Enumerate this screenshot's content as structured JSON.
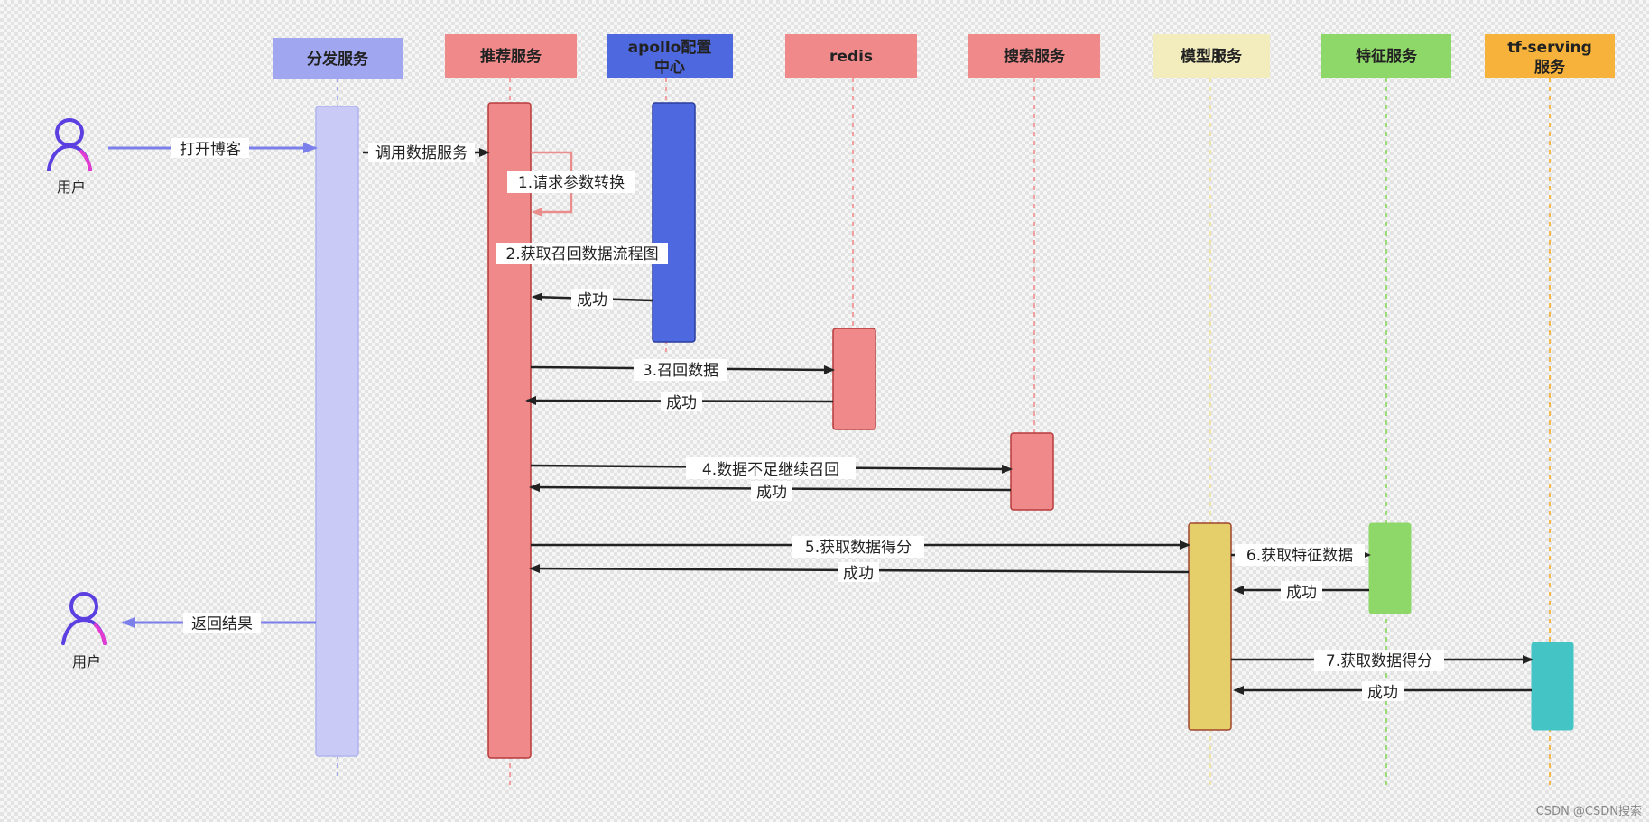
{
  "participants": [
    {
      "id": "dispatch",
      "label": "分发服务",
      "color": "#a0a6f0",
      "bar_color": "#c9cbf6"
    },
    {
      "id": "recommend",
      "label": "推荐服务",
      "color": "#f08a8a",
      "bar_color": "#f08a8a"
    },
    {
      "id": "apollo",
      "label_lines": [
        "apollo配置",
        "中心"
      ],
      "color": "#4e68df",
      "bar_color": "#4e68df"
    },
    {
      "id": "redis",
      "label": "redis",
      "color": "#f08a8a",
      "bar_color": "#f08a8a"
    },
    {
      "id": "search",
      "label": "搜索服务",
      "color": "#f08a8a",
      "bar_color": "#f08a8a"
    },
    {
      "id": "model",
      "label": "模型服务",
      "color": "#f3edbe",
      "bar_color": "#e5cf6a"
    },
    {
      "id": "feature",
      "label": "特征服务",
      "color": "#8ed769",
      "bar_color": "#8ed769"
    },
    {
      "id": "tfserving",
      "label_lines": [
        "tf-serving",
        "服务"
      ],
      "color": "#f6b23a",
      "bar_color": "#44c4c4"
    }
  ],
  "actors": {
    "user_top": "用户",
    "user_bottom": "用户"
  },
  "messages": {
    "open_blog": "打开博客",
    "call_data": "调用数据服务",
    "step1": "1.请求参数转换",
    "step2": "2.获取召回数据流程图",
    "ok_apollo": "成功",
    "step3": "3.召回数据",
    "ok_redis": "成功",
    "step4": "4.数据不足继续召回",
    "ok_search": "成功",
    "step5": "5.获取数据得分",
    "ok_model": "成功",
    "step6": "6.获取特征数据",
    "ok_feature": "成功",
    "step7": "7.获取数据得分",
    "ok_tf": "成功",
    "return_result": "返回结果"
  },
  "watermark": "CSDN @CSDN搜索"
}
